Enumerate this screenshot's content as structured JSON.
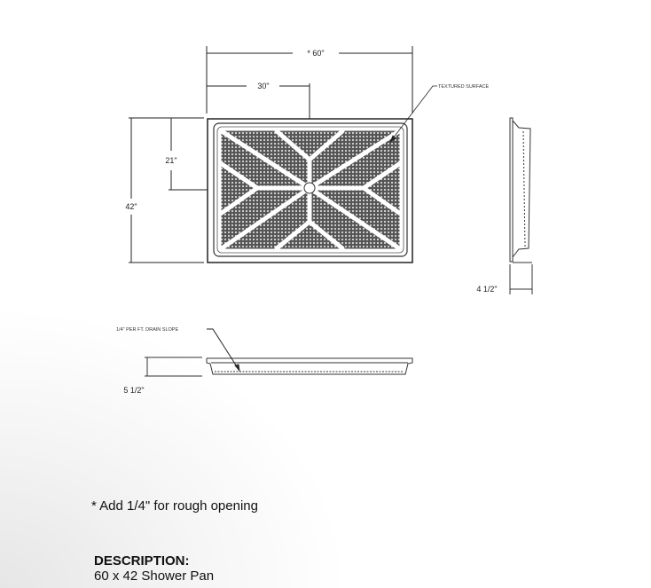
{
  "drawing": {
    "dim_width": "* 60\"",
    "dim_half_width": "30\"",
    "dim_half_depth": "21\"",
    "dim_depth": "42\"",
    "dim_side_width": "4 1/2\"",
    "dim_height": "5 1/2\"",
    "label_textured": "TEXTURED SURFACE",
    "label_slope": "1/4\" PER FT. DRAIN SLOPE"
  },
  "note": "* Add 1/4\" for rough opening",
  "description": {
    "heading": "DESCRIPTION:",
    "value": "60 x 42 Shower Pan"
  }
}
